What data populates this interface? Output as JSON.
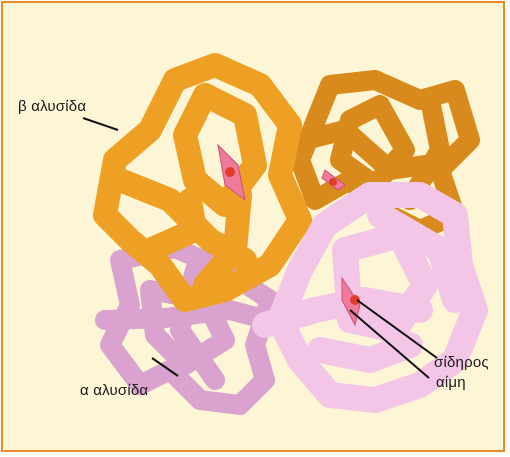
{
  "labels": {
    "beta_chain": "β αλυσίδα",
    "alpha_chain": "α αλυσίδα",
    "iron": "σίδηρος",
    "heme": "αίμη"
  },
  "colors": {
    "border": "#e8892a",
    "background": "#fdf6d6",
    "beta_chain_front": "#eea024",
    "beta_chain_back": "#d98a1c",
    "alpha_chain_back": "#d9a2cf",
    "alpha_chain_front": "#f3c6e8",
    "heme": "#f07a9a",
    "iron": "#e23b2c"
  },
  "icons": [
    "heme-group-icon",
    "iron-atom-icon"
  ]
}
